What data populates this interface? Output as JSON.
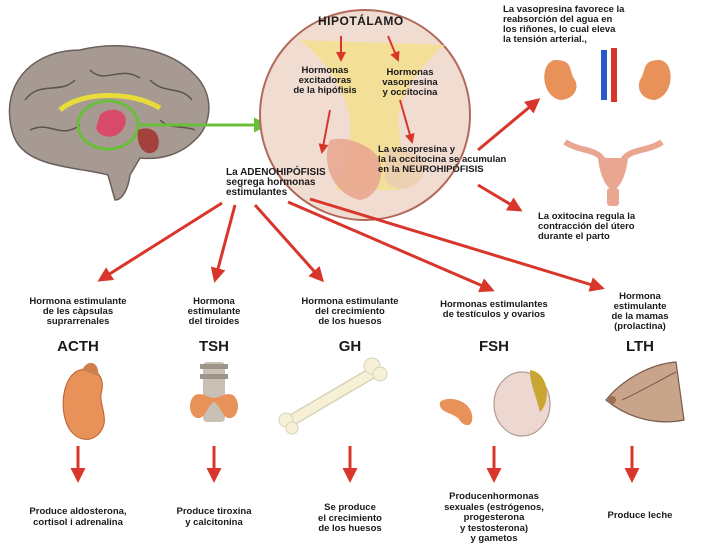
{
  "hypothalamus": {
    "title": "HIPOTÁLAMO"
  },
  "inset": {
    "left_label": "Hormonas\nexcitadoras\nde la hipófisis",
    "right_label": "Hormonas\nvasopresina\ny occitocina",
    "neuro_label": "La vasopresina y\nla la occitocina se acumulan\nen la NEUROHIPÓFISIS"
  },
  "adenohypophysis": {
    "label": "La ADENOHIPÓFISIS\nsegrega hormonas\nestimulantes"
  },
  "vasopressin_note": "La vasopresina favorece la\nreabsorción del agua en\nlos riñones, lo cual eleva\nla tensión arterial.,",
  "oxytocin_note": "La oxitocina regula la\ncontracción del útero\ndurante el parto",
  "hormones": [
    {
      "desc": "Hormona estimulante\nde les càpsulas\nsuprarrenales",
      "code": "ACTH",
      "icon": "adrenal-gland-icon",
      "result": "Produce aldosterona,\ncortisol i adrenalina"
    },
    {
      "desc": "Hormona\nestimulante\ndel tiroides",
      "code": "TSH",
      "icon": "thyroid-icon",
      "result": "Produce tiroxina\ny calcitonina"
    },
    {
      "desc": "Hormona estimulante\ndel crecimiento\nde los huesos",
      "code": "GH",
      "icon": "bone-icon",
      "result": "Se produce\nel crecimiento\nde los huesos"
    },
    {
      "desc": "Hormonas estimulantes\nde testículos y ovarios",
      "code": "FSH",
      "icon": "gonads-icon",
      "result": "Producenhormonas\nsexuales (estrógenos,\nprogesterona\ny testosterona)\ny gametos"
    },
    {
      "desc": "Hormona\nestimulante\nde la mamas\n(prolactina)",
      "code": "LTH",
      "icon": "breast-icon",
      "result": "Produce leche"
    }
  ],
  "colors": {
    "arrow": "#d9362b",
    "green": "#6abf3a",
    "organ": "#e8925a",
    "inset_bg": "#f1dcd2",
    "bone": "#f6f1d6"
  }
}
